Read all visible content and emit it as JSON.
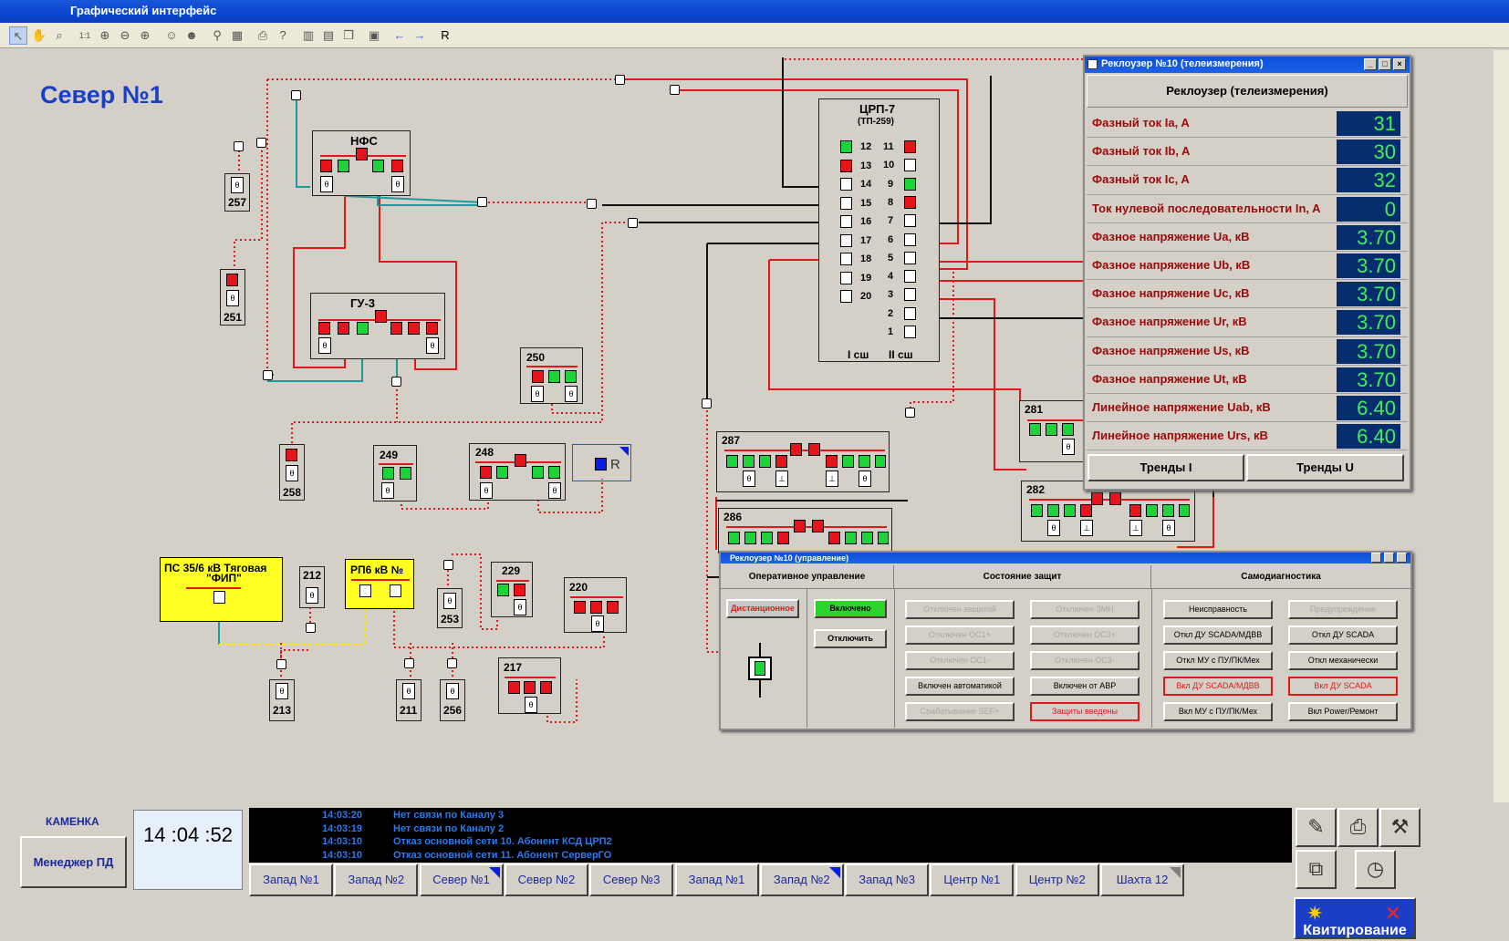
{
  "app": {
    "title": "Графический интерфейс"
  },
  "toolbar": {
    "r_label": "R"
  },
  "scheme": {
    "title": "Север №1",
    "labels": {
      "nfs": "НФС",
      "gu3": "ГУ-3",
      "crp": "ЦРП-7",
      "crp_sub": "(ТП-259)",
      "bus1": "I сш",
      "bus2": "II сш",
      "b257": "257",
      "b251": "251",
      "b250": "250",
      "b258": "258",
      "b249": "249",
      "b248": "248",
      "b212": "212",
      "b229": "229",
      "b220": "220",
      "b253": "253",
      "b213": "213",
      "b211": "211",
      "b256": "256",
      "b217": "217",
      "b287": "287",
      "b286": "286",
      "b281": "281",
      "b282": "282",
      "ps_line1": "ПС 35/6 кВ Тяговая",
      "ps_line2": "\"ФИП\"",
      "rp": "РП6 кВ №",
      "r_mark": "R"
    },
    "crp_left": [
      "12",
      "13",
      "14",
      "15",
      "16",
      "17",
      "18",
      "19",
      "20"
    ],
    "crp_right": [
      "11",
      "10",
      "9",
      "8",
      "7",
      "6",
      "5",
      "4",
      "3",
      "2",
      "1"
    ]
  },
  "telemetry_window": {
    "title": "Реклоузер №10 (телеизмерения)",
    "header": "Реклоузер (телеизмерения)",
    "rows": [
      {
        "name": "Фазный ток Ia, A",
        "value": "31"
      },
      {
        "name": "Фазный ток Ib, A",
        "value": "30"
      },
      {
        "name": "Фазный ток Ic, A",
        "value": "32"
      },
      {
        "name": "Ток нулевой последовательности In, A",
        "value": "0"
      },
      {
        "name": "Фазное напряжение Ua, кВ",
        "value": "3.70"
      },
      {
        "name": "Фазное напряжение Ub, кВ",
        "value": "3.70"
      },
      {
        "name": "Фазное напряжение Uc, кВ",
        "value": "3.70"
      },
      {
        "name": "Фазное напряжение Ur, кВ",
        "value": "3.70"
      },
      {
        "name": "Фазное напряжение Us, кВ",
        "value": "3.70"
      },
      {
        "name": "Фазное напряжение Ut, кВ",
        "value": "3.70"
      },
      {
        "name": "Линейное напряжение Uab, кВ",
        "value": "6.40"
      },
      {
        "name": "Линейное напряжение Urs, кВ",
        "value": "6.40"
      }
    ],
    "trend_i": "Тренды I",
    "trend_u": "Тренды U"
  },
  "control_window": {
    "title": "Реклоузер №10 (управление)",
    "sections": {
      "op": "Оперативное управление",
      "prot": "Состояние защит",
      "diag": "Самодиагностика"
    },
    "op": {
      "remote": "Дистанционное",
      "on": "Включено",
      "off": "Отключить"
    },
    "prot": {
      "b1": "Отключен защитой",
      "b2": "Отключен ЗМН",
      "b3": "Отключен ОС1+",
      "b4": "Отключен ОС3+",
      "b5": "Отключен ОС1-",
      "b6": "Отключен ОС3-",
      "b7": "Включен автоматикой",
      "b8": "Включен от АВР",
      "b9": "Срабатывание SEF+",
      "b10": "Защиты введены"
    },
    "diag": {
      "b1": "Неисправность",
      "b2": "Предупреждение",
      "b3": "Откл ДУ SCADA/МДВВ",
      "b4": "Откл ДУ SCADA",
      "b5": "Откл МУ с ПУ/ПК/Мех",
      "b6": "Откл механически",
      "b7": "Вкл ДУ SCADA/МДВВ",
      "b8": "Вкл ДУ SCADA",
      "b9": "Вкл МУ с ПУ/ПК/Мех",
      "b10": "Вкл Power/Ремонт"
    }
  },
  "status": {
    "place": "КАМЕНКА",
    "manager": "Менеджер ПД",
    "clock": "14 :04 :52",
    "log": [
      {
        "time": "14:03:20",
        "text": "Нет связи по Каналу  3"
      },
      {
        "time": "14:03:19",
        "text": "Нет связи по Каналу  2"
      },
      {
        "time": "14:03:10",
        "text": "Отказ основной сети  10. Абонент КСД ЦРП2"
      },
      {
        "time": "14:03:10",
        "text": "Отказ основной сети  11. Абонент СерверГО"
      }
    ],
    "tabs": [
      "Запад №1",
      "Запад №2",
      "Север №1",
      "Север №2",
      "Север №3",
      "Запад №1",
      "Запад №2",
      "Запад №3",
      "Центр №1",
      "Центр №2",
      "Шахта 12"
    ],
    "ack": "Квитирование"
  },
  "colors": {
    "title_blue": "#1a3fc4",
    "breaker_on": "#e8141c",
    "breaker_off": "#1fd33a",
    "value_bg": "#062e6e",
    "value_fg": "#3df05a"
  }
}
